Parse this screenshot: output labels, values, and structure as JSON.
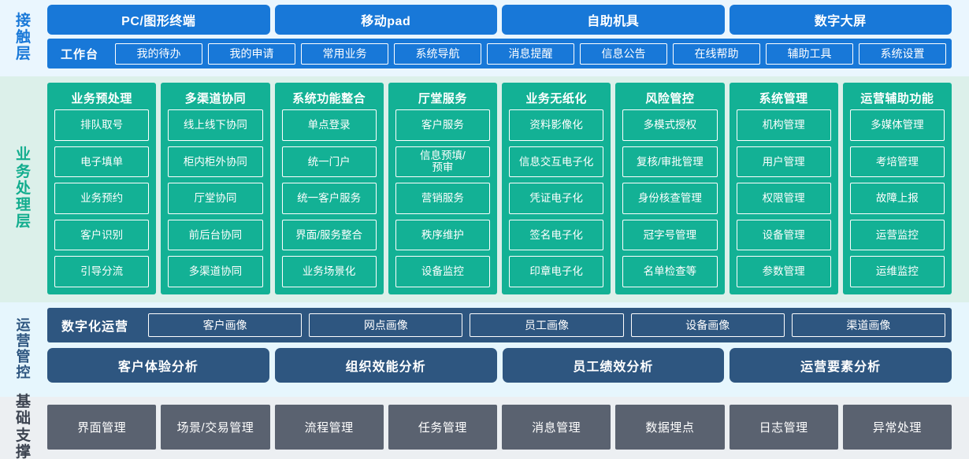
{
  "colors": {
    "contact_accent": "#1878d8",
    "business_accent": "#13b195",
    "operations_accent": "#2e5680",
    "foundation_accent": "#5a6270",
    "contact_band_bg": "#eaf6fe",
    "business_band_bg": "#dcf0ea",
    "operations_band_bg": "#e6f6fd",
    "foundation_band_bg": "#eceff2"
  },
  "contact_layer": {
    "label": "接触层",
    "channels": [
      "PC/图形终端",
      "移动pad",
      "自助机具",
      "数字大屏"
    ],
    "workbench_title": "工作台",
    "workbench_items": [
      "我的待办",
      "我的申请",
      "常用业务",
      "系统导航",
      "消息提醒",
      "信息公告",
      "在线帮助",
      "辅助工具",
      "系统设置"
    ]
  },
  "business_layer": {
    "label": "业务处理层",
    "columns": [
      {
        "title": "业务预处理",
        "items": [
          "排队取号",
          "电子填单",
          "业务预约",
          "客户识别",
          "引导分流"
        ]
      },
      {
        "title": "多渠道协同",
        "items": [
          "线上线下协同",
          "柜内柜外协同",
          "厅堂协同",
          "前后台协同",
          "多渠道协同"
        ]
      },
      {
        "title": "系统功能整合",
        "items": [
          "单点登录",
          "统一门户",
          "统一客户服务",
          "界面/服务整合",
          "业务场景化"
        ]
      },
      {
        "title": "厅堂服务",
        "items": [
          "客户服务",
          "信息预填/\n预审",
          "营销服务",
          "秩序维护",
          "设备监控"
        ]
      },
      {
        "title": "业务无纸化",
        "items": [
          "资料影像化",
          "信息交互电子化",
          "凭证电子化",
          "签名电子化",
          "印章电子化"
        ]
      },
      {
        "title": "风险管控",
        "items": [
          "多模式授权",
          "复核/审批管理",
          "身份核查管理",
          "冠字号管理",
          "名单检查等"
        ]
      },
      {
        "title": "系统管理",
        "items": [
          "机构管理",
          "用户管理",
          "权限管理",
          "设备管理",
          "参数管理"
        ]
      },
      {
        "title": "运营辅助功能",
        "items": [
          "多媒体管理",
          "考培管理",
          "故障上报",
          "运营监控",
          "运维监控"
        ]
      }
    ]
  },
  "operations_layer": {
    "label": "运营管控",
    "portrait_title": "数字化运营",
    "portrait_items": [
      "客户画像",
      "网点画像",
      "员工画像",
      "设备画像",
      "渠道画像"
    ],
    "analysis_items": [
      "客户体验分析",
      "组织效能分析",
      "员工绩效分析",
      "运营要素分析"
    ]
  },
  "foundation_layer": {
    "label": "基础支撑",
    "items": [
      "界面管理",
      "场景/交易管理",
      "流程管理",
      "任务管理",
      "消息管理",
      "数据埋点",
      "日志管理",
      "异常处理"
    ]
  }
}
